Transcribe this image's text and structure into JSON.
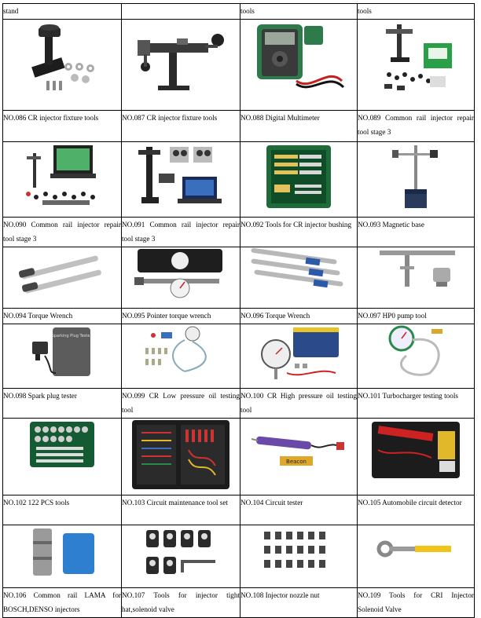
{
  "rows": [
    {
      "captions": [
        "stand",
        "",
        "tools",
        "tools"
      ]
    },
    {
      "captions": [
        "NO.086 CR injector fixture tools",
        "NO.087 CR injector fixture tools",
        "NO.088 Digital Multimeter",
        "NO.089 Common rail injector repair tool stage 3"
      ],
      "images": [
        "injector-fixture-stand",
        "injector-fixture-clamp",
        "digital-multimeter",
        "repair-tool-stage3-kit"
      ]
    },
    {
      "captions": [
        "NO.090 Common rail injector repair tool stage 3",
        "NO.091 Common rail injector repair tool stage 3",
        "NO.092 Tools for CR injector bushing",
        "NO.093 Magnetic base"
      ],
      "images": [
        "repair-kit-monitor",
        "repair-kit-laptop",
        "bushing-tool-case",
        "magnetic-base"
      ]
    },
    {
      "captions": [
        "NO.094 Torque Wrench",
        "NO.095 Pointer torque wrench",
        "NO.096 Torque Wrench",
        "NO.097 HP0 pump tool"
      ],
      "images": [
        "torque-wrenches",
        "pointer-torque-wrench",
        "digital-torque-wrenches",
        "hp0-pump-tool"
      ]
    },
    {
      "captions": [
        "NO.098 Spark plug tester",
        "NO.099 CR Low pressure oil testing tool",
        "NO.100 CR High pressure oil testing tool",
        "NO.101 Turbocharger testing tools"
      ],
      "images": [
        "spark-plug-tester",
        "low-pressure-gauge",
        "high-pressure-gauge-box",
        "turbo-gauge"
      ]
    },
    {
      "captions": [
        "NO.102 122 PCS tools",
        "NO.103 Circuit maintenance tool set",
        "NO.104 Circuit tester",
        "NO.105 Automobile circuit detector"
      ],
      "images": [
        "socket-set-case",
        "circuit-tool-case",
        "circuit-tester-probe",
        "circuit-detector-kit"
      ]
    },
    {
      "captions": [
        "NO.106 Common rail LAMA for BOSCH,DENSO injectors",
        "NO.107 Tools for injector tight hat,solenoid valve",
        "NO.108 Injector nozzle nut",
        "NO.109 Tools for CRI Injector Solenoid Valve"
      ],
      "images": [
        "lama-tool",
        "tight-hat-tools",
        "nozzle-nuts",
        "solenoid-wrench"
      ]
    }
  ],
  "sample_brand_text": {
    "spark_plug_label": "Sparking Plug Tester",
    "beacon_label": "Beacon"
  }
}
